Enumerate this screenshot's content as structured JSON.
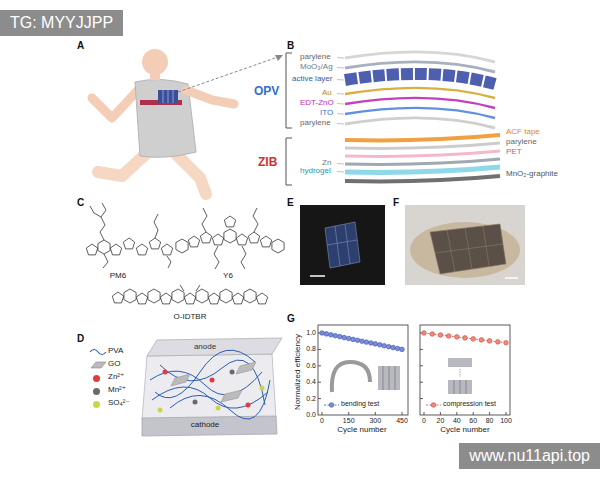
{
  "diagram": {
    "nodes": [
      {
        "text": [
          "TG: MYYJJPP"
        ]
      },
      {
        "text": [
          "www.nu11api.top"
        ]
      }
    ],
    "labels": [
      "A",
      "B",
      "OPV",
      "parylene",
      "MoO₃/Ag",
      "active layer",
      "Au",
      "EDT-ZnO",
      "ITO",
      "parylene",
      "ACF tape",
      "parylene",
      "Zn",
      "hydrogel",
      "PET",
      "MnO₂-graphite",
      "ZIB",
      "C",
      "PM6",
      "Y6",
      "O-IDTBR",
      "E",
      "F",
      "D",
      "anode",
      "cathode",
      "G",
      "Normalized efficiency",
      "1.0",
      "0.8",
      "0.6",
      "0.4",
      "0.2",
      "0.0",
      "0",
      "150",
      "300",
      "450",
      "Cycle number",
      "0",
      "20",
      "40",
      "60",
      "80",
      "100",
      "Cycle number"
    ],
    "legend": [
      {
        "text": "PVA"
      },
      {
        "text": "GO"
      },
      {
        "text": "Zn²⁺",
        "color": "#e23b3b"
      },
      {
        "text": "Mn²⁺",
        "color": "#6a6a6a"
      },
      {
        "text": "SO₄²⁻",
        "color": "#c9d64a"
      },
      {
        "text": "bending test"
      },
      {
        "text": "compression test"
      }
    ]
  }
}
